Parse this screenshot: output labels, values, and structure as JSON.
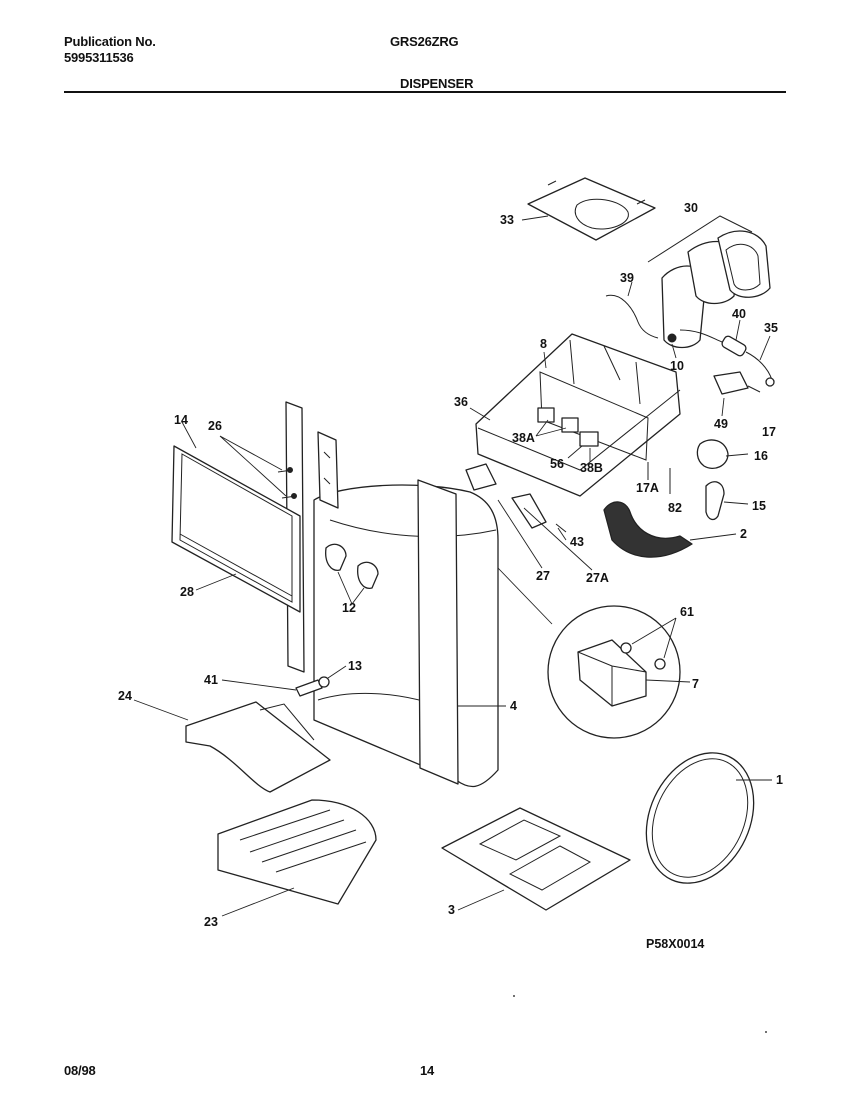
{
  "header": {
    "publication_label": "Publication No.",
    "publication_number": "5995311536",
    "model": "GRS26ZRG",
    "section_title": "DISPENSER"
  },
  "footer": {
    "date": "08/98",
    "page": "14"
  },
  "diagram": {
    "code": "P58X0014",
    "callouts": [
      "33",
      "30",
      "39",
      "40",
      "35",
      "10",
      "8",
      "36",
      "38A",
      "56",
      "38B",
      "49",
      "17",
      "16",
      "17A",
      "82",
      "15",
      "14",
      "26",
      "2",
      "43",
      "27",
      "27A",
      "28",
      "12",
      "61",
      "7",
      "13",
      "41",
      "4",
      "24",
      "1",
      "23",
      "3"
    ]
  }
}
